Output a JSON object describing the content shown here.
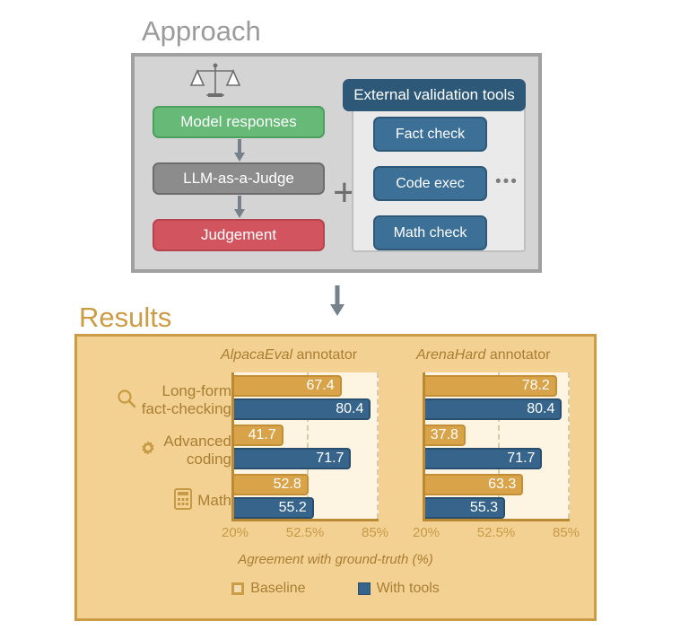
{
  "approach": {
    "heading": "Approach",
    "scales_icon": "balance-scales-icon",
    "flow": [
      {
        "id": "model-responses",
        "label": "Model responses",
        "color": "#66b977"
      },
      {
        "id": "llm-as-a-judge",
        "label": "LLM-as-a-Judge",
        "color": "#8c8c8c"
      },
      {
        "id": "judgement",
        "label": "Judgement",
        "color": "#d2545f"
      }
    ],
    "plus_symbol": "+",
    "tools": {
      "header": "External validation tools",
      "items": [
        {
          "id": "fact-check",
          "label": "Fact check"
        },
        {
          "id": "code-exec",
          "label": "Code exec"
        },
        {
          "id": "math-check",
          "label": "Math check"
        }
      ],
      "ellipsis": "•••",
      "color": "#2d5878"
    }
  },
  "results": {
    "heading": "Results",
    "panel_color": "#f3d193",
    "border_color": "#cb9b45"
  },
  "chart_data": {
    "type": "bar",
    "orientation": "horizontal",
    "title": "",
    "xlabel": "Agreement with ground-truth (%)",
    "ylabel": "",
    "xlim": [
      20,
      85
    ],
    "xticks": [
      20,
      52.5,
      85
    ],
    "xticklabels": [
      "20%",
      "52.5%",
      "85%"
    ],
    "grid": true,
    "legend": {
      "position": "bottom",
      "entries": [
        {
          "name": "Baseline",
          "color": "#d9a349"
        },
        {
          "name": "With tools",
          "color": "#36648b"
        }
      ]
    },
    "categories": [
      {
        "label": "Long-form\nfact-checking",
        "icon": "magnifier-icon"
      },
      {
        "label": "Advanced\ncoding",
        "icon": "gear-icon"
      },
      {
        "label": "Math",
        "icon": "calculator-icon"
      }
    ],
    "panels": [
      {
        "title_emph": "AlpacaEval",
        "title_rest": " annotator",
        "series": [
          {
            "name": "Baseline",
            "values": [
              67.4,
              41.7,
              52.8
            ]
          },
          {
            "name": "With tools",
            "values": [
              80.4,
              71.7,
              55.2
            ]
          }
        ]
      },
      {
        "title_emph": "ArenaHard",
        "title_rest": " annotator",
        "series": [
          {
            "name": "Baseline",
            "values": [
              78.2,
              37.8,
              63.3
            ]
          },
          {
            "name": "With tools",
            "values": [
              80.4,
              71.7,
              55.3
            ]
          }
        ]
      }
    ]
  }
}
